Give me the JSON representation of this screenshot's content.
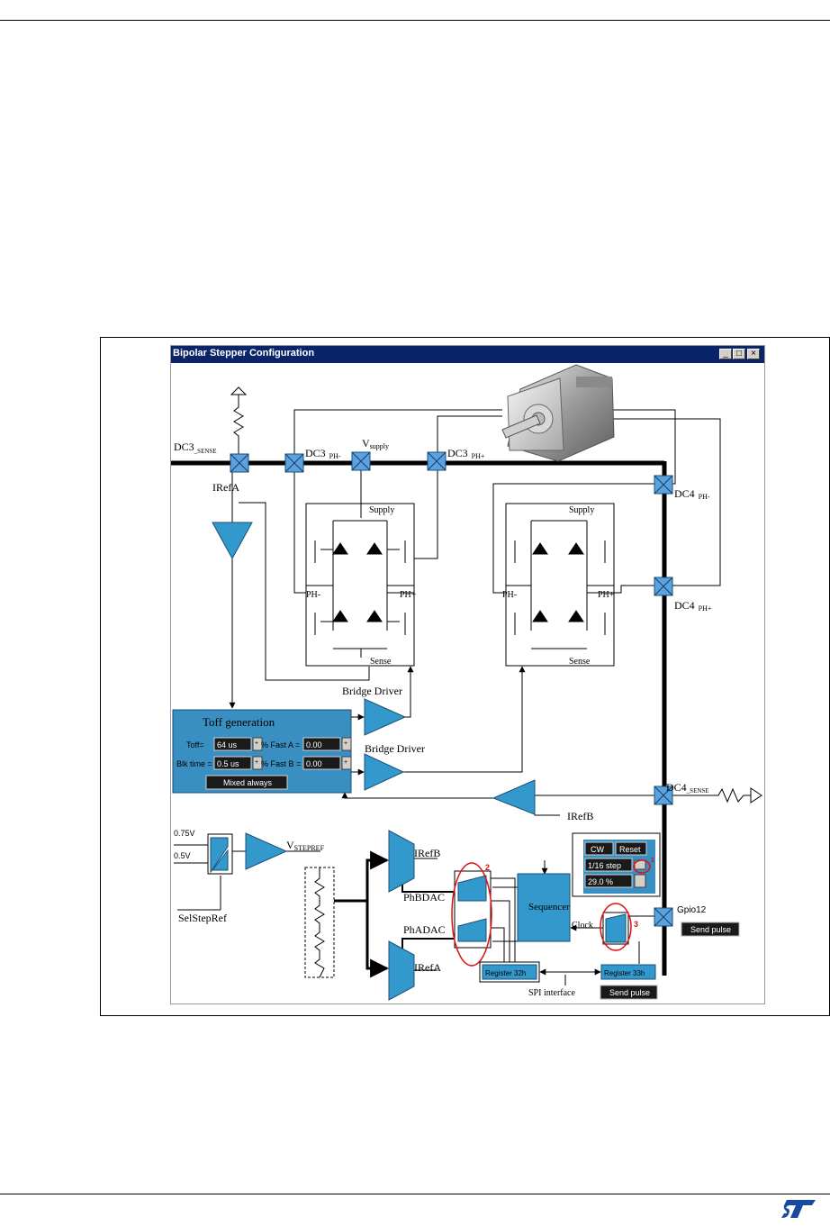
{
  "window": {
    "title": "Bipolar Stepper Configuration",
    "buttons": [
      "_",
      "□",
      "×"
    ]
  },
  "labels": {
    "dc3_sense_main": "DC3",
    "dc3_sense_sub": "_SENSE",
    "dc3_ph_minus_main": "DC3",
    "dc3_ph_minus_sub": "PH-",
    "vsupply_main": "V",
    "vsupply_sub": "supply",
    "dc3_ph_plus_main": "DC3",
    "dc3_ph_plus_sub": "PH+",
    "dc4_ph_minus_main": "DC4",
    "dc4_ph_minus_sub": "PH-",
    "dc4_ph_plus_main": "DC4",
    "dc4_ph_plus_sub": "PH+",
    "dc4_sense_main": "DC4",
    "dc4_sense_sub": "_SENSE",
    "irefa_top": "IRefA",
    "supply_left": "Supply",
    "supply_right": "Supply",
    "ph_minus_left": "PH-",
    "ph_plus_left": "PH+",
    "ph_minus_right": "PH-",
    "ph_plus_right": "PH+",
    "sense_left": "Sense",
    "sense_right": "Sense",
    "bridge_driver_1": "Bridge Driver",
    "bridge_driver_2": "Bridge Driver",
    "irefb_mid": "IRefB",
    "v075": "0.75V",
    "v05": "0.5V",
    "vstepref_main": "V",
    "vstepref_sub": "STEPREF",
    "selstepref": "SelStepRef",
    "irefb_dac": "IRefB",
    "irefa_dac": "IRefA",
    "phbdac": "PhBDAC",
    "phadac": "PhADAC",
    "sequencer": "Sequencer",
    "clock": "Clock",
    "gpio12": "Gpio12",
    "spi_interface": "SPI interface",
    "marker_1": "1",
    "marker_2": "2",
    "marker_3": "3"
  },
  "toff_panel": {
    "title": "Toff generation",
    "toff_label": "Toff=",
    "toff_value": "64 us",
    "blk_label": "Blk time =",
    "blk_value": "0.5 us",
    "fast_a_label": "% Fast A =",
    "fast_a_value": "0.00",
    "fast_b_label": "% Fast B =",
    "fast_b_value": "0.00",
    "mode_button": "Mixed always",
    "spin_up": "+",
    "spin_down": "-"
  },
  "seq_panel": {
    "cw_button": "CW",
    "reset_button": "Reset",
    "step_select": "1/16 step",
    "duty_value": "29.0 %"
  },
  "registers": {
    "reg32": "Register 32h",
    "reg33": "Register 33h"
  },
  "buttons": {
    "send_pulse_gpio": "Send pulse",
    "send_pulse_reg": "Send pulse"
  },
  "colors": {
    "block_blue": "#3399cc",
    "panel_blue": "#3a8fc2",
    "title_blue": "#0a246a",
    "marker_red": "#e01010",
    "logo_blue": "#1a4aa0"
  },
  "icons": {
    "motor": "stepper-motor-image",
    "logo": "st-logo"
  }
}
